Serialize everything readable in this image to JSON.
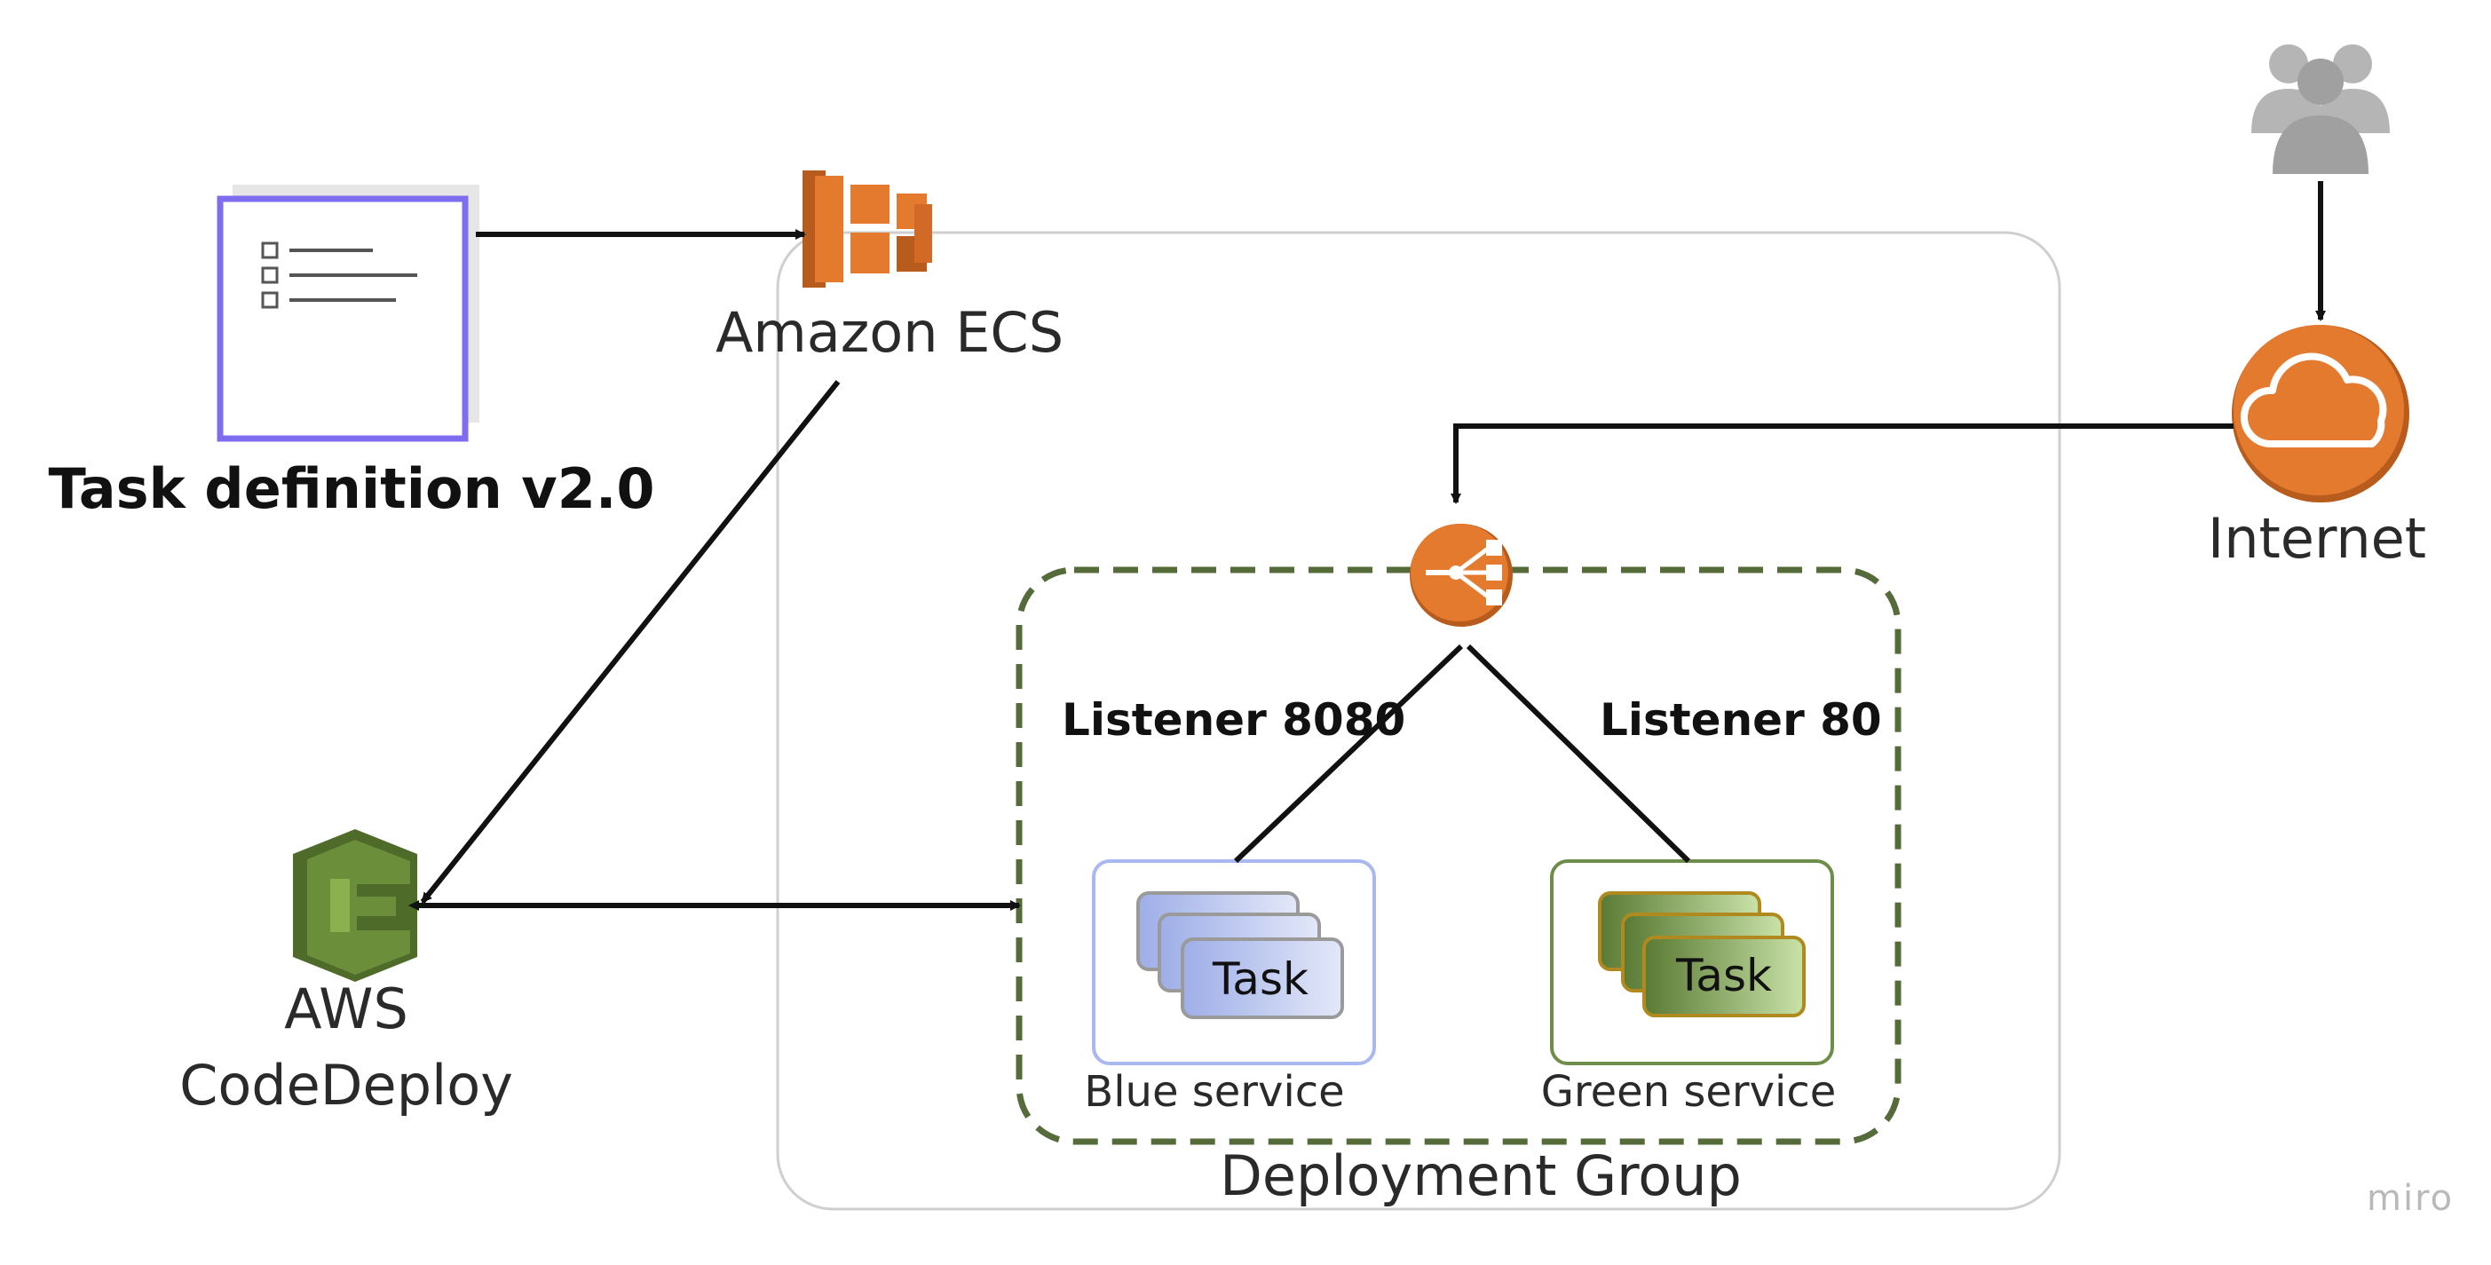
{
  "task_definition": {
    "label": "Task definition v2.0"
  },
  "ecs": {
    "label": "Amazon  ECS"
  },
  "codedeploy": {
    "label_line1": "AWS",
    "label_line2": "CodeDeploy"
  },
  "internet": {
    "label": "Internet"
  },
  "deployment_group": {
    "label": "Deployment Group"
  },
  "listeners": {
    "blue": "Listener 8080",
    "green": "Listener 80"
  },
  "blue_service": {
    "label": "Blue service",
    "task_label": "Task"
  },
  "green_service": {
    "label": "Green service",
    "task_label": "Task"
  },
  "watermark": "miro",
  "colors": {
    "aws_orange": "#E47A2E",
    "codedeploy_green": "#6B8E3A",
    "task_def_border": "#7F6DF0",
    "blue_service_border": "#A9B8EE",
    "green_service_border": "#6E8C4A",
    "deployment_group_dash": "#556B3A",
    "users_gray": "#B5B5B5"
  },
  "icons": {
    "task_definition": "document-checklist-icon",
    "ecs": "amazon-ecs-icon",
    "codedeploy": "aws-codedeploy-icon",
    "internet": "internet-cloud-icon",
    "users": "users-group-icon",
    "load_balancer": "load-balancer-icon"
  }
}
